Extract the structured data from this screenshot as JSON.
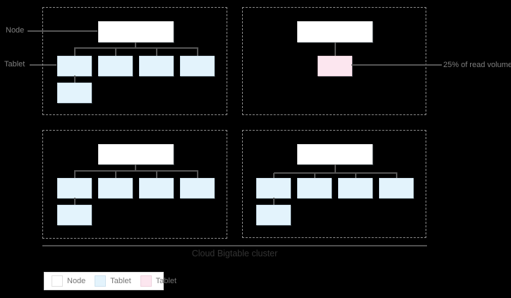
{
  "labels": {
    "node_pointer": "Node",
    "tablet_pointer": "Tablet",
    "hot_tablet_annotation": "25% of read volume",
    "cluster_caption": "Cloud Bigtable cluster"
  },
  "legend": {
    "items": [
      {
        "label": "Node",
        "color": "#ffffff"
      },
      {
        "label": "Tablet",
        "color": "#e3f3fc"
      },
      {
        "label": "Tablet",
        "color": "#fce6ef"
      }
    ]
  },
  "colors": {
    "background": "#000000",
    "node_fill": "#ffffff",
    "node_border": "#e2e2e2",
    "tablet_fill": "#e3f3fc",
    "tablet_border": "#cfe2ee",
    "hot_tablet_fill": "#fce6ef",
    "hot_tablet_border": "#eed3de",
    "connector_line": "#565656",
    "dashed_border": "#8d8d8d",
    "pointer_text": "#7f7f7f",
    "caption_text": "#333333",
    "legend_text": "#757575"
  },
  "diagram": {
    "description": "Four node groups inside a Cloud Bigtable cluster",
    "quadrants": [
      {
        "position": "top-left",
        "nodes": 1,
        "tablets": 5,
        "hot_tablets": 0
      },
      {
        "position": "top-right",
        "nodes": 1,
        "tablets": 0,
        "hot_tablets": 1,
        "annotation": "25% of read volume"
      },
      {
        "position": "bottom-left",
        "nodes": 1,
        "tablets": 5,
        "hot_tablets": 0
      },
      {
        "position": "bottom-right",
        "nodes": 1,
        "tablets": 5,
        "hot_tablets": 0
      }
    ]
  }
}
